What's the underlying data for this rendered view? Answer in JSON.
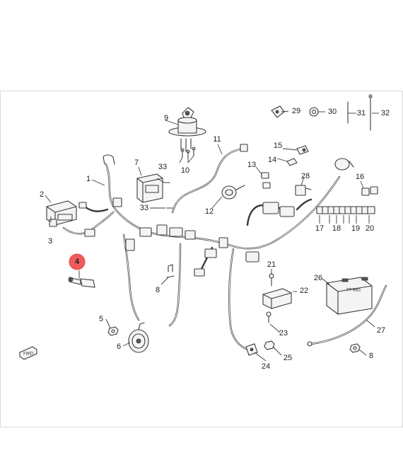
{
  "callouts": {
    "c1": "1",
    "c2": "2",
    "c3": "3",
    "c4": "4",
    "c5": "5",
    "c6": "6",
    "c7": "7",
    "c8a": "8",
    "c8b": "8",
    "c9": "9",
    "c10": "10",
    "c11": "11",
    "c12": "12",
    "c13": "13",
    "c14": "14",
    "c15": "15",
    "c16": "16",
    "c17": "17",
    "c18": "18",
    "c19": "19",
    "c20": "20",
    "c21": "21",
    "c22": "22",
    "c23": "23",
    "c24": "24",
    "c25": "25",
    "c26": "26",
    "c27": "27",
    "c28": "28",
    "c29": "29",
    "c30": "30",
    "c31": "31",
    "c32": "32",
    "c33a": "33",
    "c33b": "33"
  },
  "battery_label": "YT-9BS",
  "fwd_label": "FWD",
  "highlighted_callout": "4",
  "colors": {
    "highlight": "#f05a5a",
    "line": "#3a3a3a",
    "frame": "#d9d9d9"
  }
}
